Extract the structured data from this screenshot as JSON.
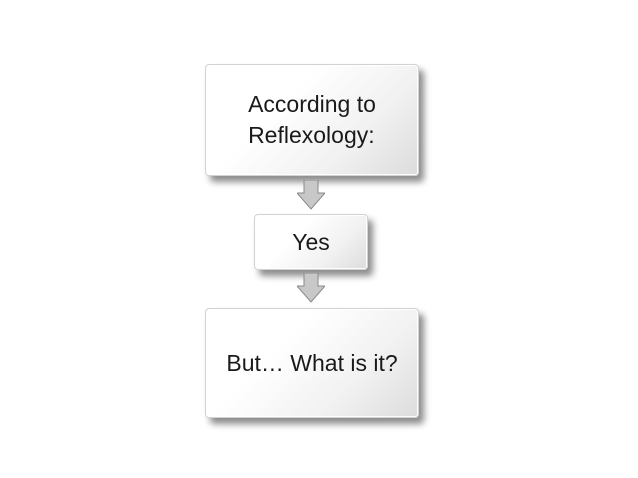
{
  "diagram": {
    "steps": [
      {
        "label": "According to\nReflexology:"
      },
      {
        "label": "Yes"
      },
      {
        "label": "But… What is it?"
      }
    ],
    "colors": {
      "box_fill": "#ffffff",
      "box_border": "#d2d2d2",
      "text": "#1a1a1a",
      "arrow_fill": "#c8c8c8",
      "arrow_stroke": "#8a8a8a"
    },
    "connectors": [
      "down-arrow-icon",
      "down-arrow-icon"
    ]
  }
}
